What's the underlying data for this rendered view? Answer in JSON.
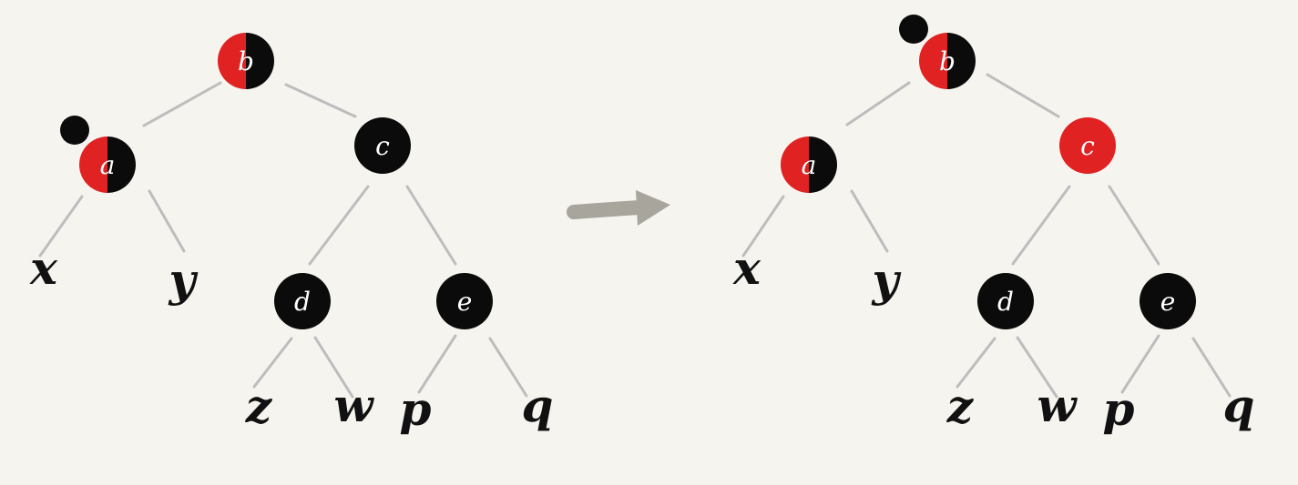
{
  "colors": {
    "background": "#f6f4ef",
    "red": "#e02222",
    "black": "#0b0b0b",
    "edge": "#bdbdbd",
    "arrow": "#a7a59c",
    "node_text": "#ffffff",
    "leaf_text": "#111111"
  },
  "trees": [
    {
      "id": "before",
      "nodes": [
        {
          "id": "b",
          "label": "b",
          "color": "red-black"
        },
        {
          "id": "a",
          "label": "a",
          "color": "red-black",
          "extra_black": true
        },
        {
          "id": "c",
          "label": "c",
          "color": "black"
        },
        {
          "id": "d",
          "label": "d",
          "color": "black"
        },
        {
          "id": "e",
          "label": "e",
          "color": "black"
        }
      ],
      "leaves": [
        {
          "id": "x",
          "label": "x"
        },
        {
          "id": "y",
          "label": "y"
        },
        {
          "id": "z",
          "label": "z"
        },
        {
          "id": "w",
          "label": "w"
        },
        {
          "id": "p",
          "label": "p"
        },
        {
          "id": "q",
          "label": "q"
        }
      ]
    },
    {
      "id": "after",
      "nodes": [
        {
          "id": "b",
          "label": "b",
          "color": "red-black",
          "extra_black": true
        },
        {
          "id": "a",
          "label": "a",
          "color": "red-black"
        },
        {
          "id": "c",
          "label": "c",
          "color": "red"
        },
        {
          "id": "d",
          "label": "d",
          "color": "black"
        },
        {
          "id": "e",
          "label": "e",
          "color": "black"
        }
      ],
      "leaves": [
        {
          "id": "x",
          "label": "x"
        },
        {
          "id": "y",
          "label": "y"
        },
        {
          "id": "z",
          "label": "z"
        },
        {
          "id": "w",
          "label": "w"
        },
        {
          "id": "p",
          "label": "p"
        },
        {
          "id": "q",
          "label": "q"
        }
      ]
    }
  ]
}
